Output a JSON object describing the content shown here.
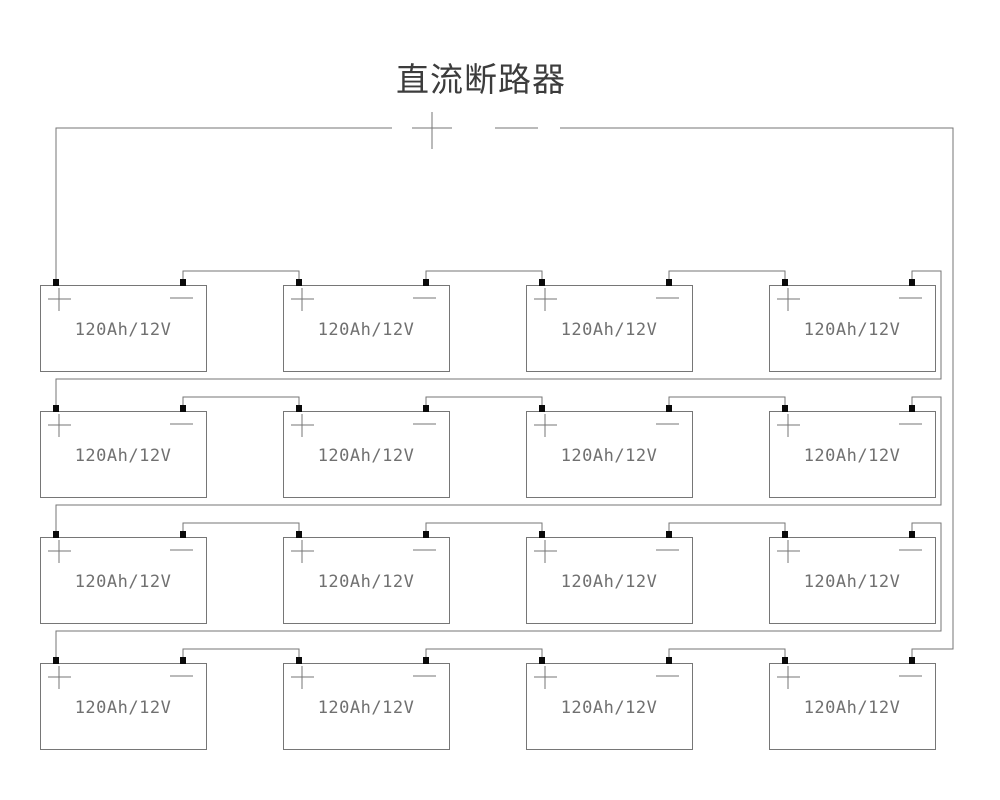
{
  "title": {
    "text": "直流断路器"
  },
  "battery_grid": {
    "rows": 4,
    "columns": 4,
    "cell_label": "120Ah/12V",
    "cells": [
      [
        "120Ah/12V",
        "120Ah/12V",
        "120Ah/12V",
        "120Ah/12V"
      ],
      [
        "120Ah/12V",
        "120Ah/12V",
        "120Ah/12V",
        "120Ah/12V"
      ],
      [
        "120Ah/12V",
        "120Ah/12V",
        "120Ah/12V",
        "120Ah/12V"
      ],
      [
        "120Ah/12V",
        "120Ah/12V",
        "120Ah/12V",
        "120Ah/12V"
      ]
    ],
    "positive_symbol": "+",
    "negative_symbol": "−"
  },
  "colors": {
    "line": "#767676",
    "terminal_post": "#0a0a0a",
    "battery_text": "#707070",
    "title_text": "#3c3c3c",
    "background": "#ffffff"
  }
}
